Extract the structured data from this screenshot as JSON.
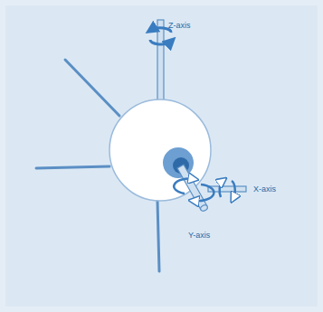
{
  "diagram": {
    "labels": [
      "Z-axis",
      "X-axis",
      "Y-axis"
    ]
  }
}
